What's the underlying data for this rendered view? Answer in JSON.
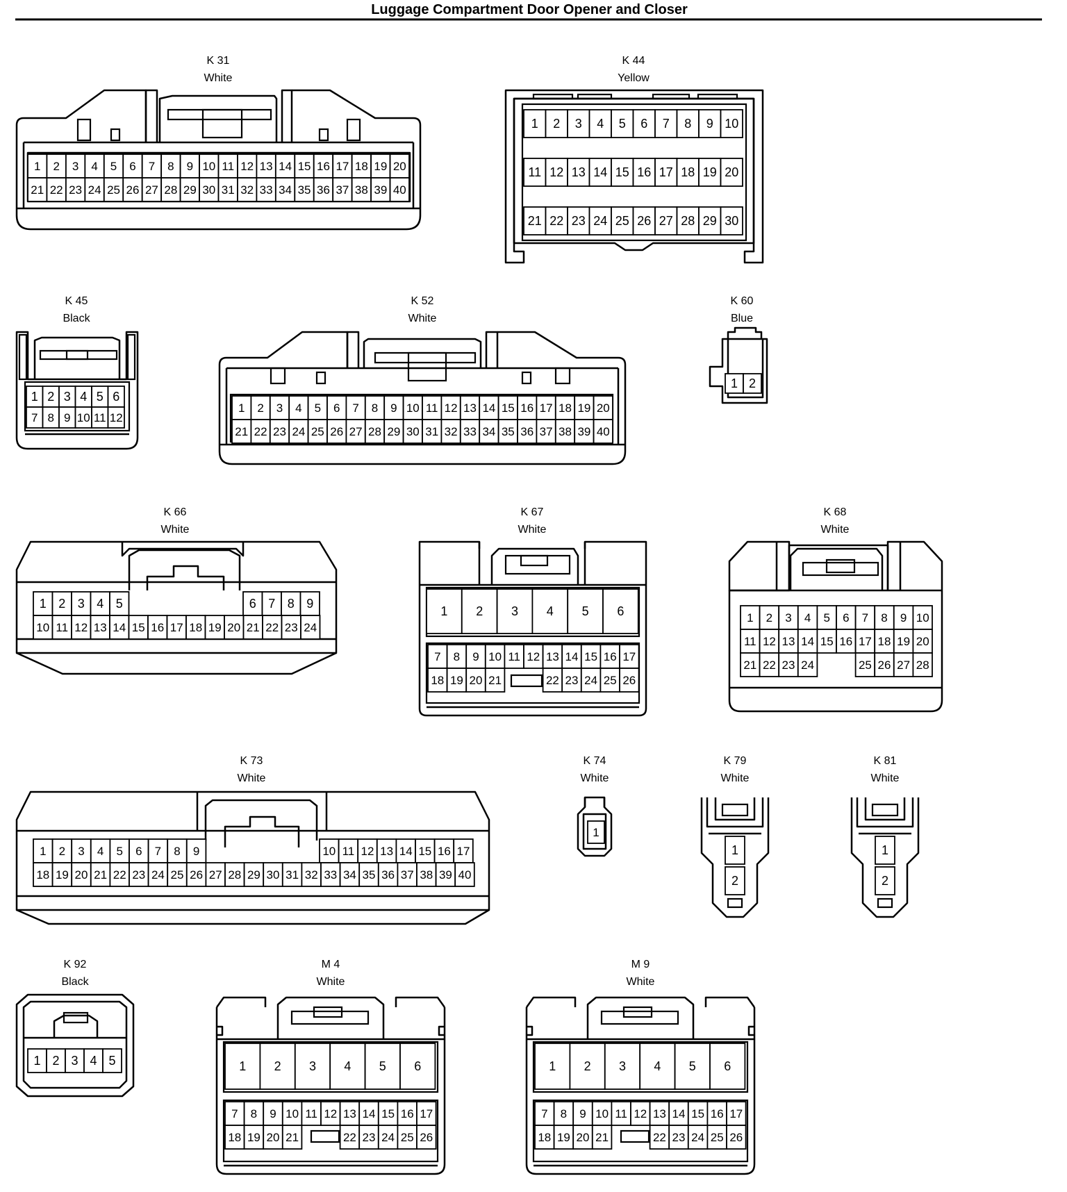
{
  "title": "Luggage Compartment Door Opener and Closer",
  "connectors": [
    {
      "id": "K31",
      "name": "K 31",
      "color": "White"
    },
    {
      "id": "K44",
      "name": "K 44",
      "color": "Yellow"
    },
    {
      "id": "K45",
      "name": "K 45",
      "color": "Black"
    },
    {
      "id": "K52",
      "name": "K 52",
      "color": "White"
    },
    {
      "id": "K60",
      "name": "K 60",
      "color": "Blue"
    },
    {
      "id": "K66",
      "name": "K 66",
      "color": "White"
    },
    {
      "id": "K67",
      "name": "K 67",
      "color": "White"
    },
    {
      "id": "K68",
      "name": "K 68",
      "color": "White"
    },
    {
      "id": "K73",
      "name": "K 73",
      "color": "White"
    },
    {
      "id": "K74",
      "name": "K 74",
      "color": "White"
    },
    {
      "id": "K79",
      "name": "K 79",
      "color": "White"
    },
    {
      "id": "K81",
      "name": "K 81",
      "color": "White"
    },
    {
      "id": "K92",
      "name": "K 92",
      "color": "Black"
    },
    {
      "id": "M4",
      "name": "M 4",
      "color": "White"
    },
    {
      "id": "M9",
      "name": "M 9",
      "color": "White"
    }
  ]
}
